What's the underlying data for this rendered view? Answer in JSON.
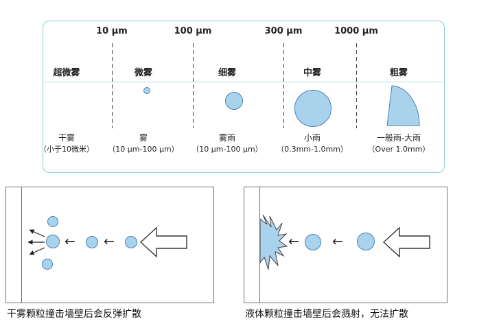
{
  "mist_chart": {
    "size_labels": [
      "10 μm",
      "100 μm",
      "300 μm",
      "1000 μm"
    ],
    "categories": [
      {
        "name": "超微雾",
        "type_label": "干雾",
        "range_label": "（小于10微米）"
      },
      {
        "name": "微雾",
        "type_label": "雾",
        "range_label": "（10 μm-100 μm）"
      },
      {
        "name": "细雾",
        "type_label": "雾雨",
        "range_label": "（10 μm-100 μm）"
      },
      {
        "name": "中雾",
        "type_label": "小雨",
        "range_label": "（0.3mm-1.0mm）"
      },
      {
        "name": "粗雾",
        "type_label": "一般雨-大雨",
        "range_label": "（Over 1.0mm）"
      }
    ]
  },
  "impact_diagrams": {
    "left_caption": "干雾颗粒撞击墙壁后会反弹扩散",
    "right_caption": "液体颗粒撞击墙壁后会溅射，无法扩散"
  },
  "icons": {
    "left_arrow": "←"
  },
  "colors": {
    "droplet_fill": "#a9d2ec",
    "droplet_stroke": "#4a80b4",
    "panel_border": "#8ecfd6",
    "arrow_color": "#222222"
  }
}
